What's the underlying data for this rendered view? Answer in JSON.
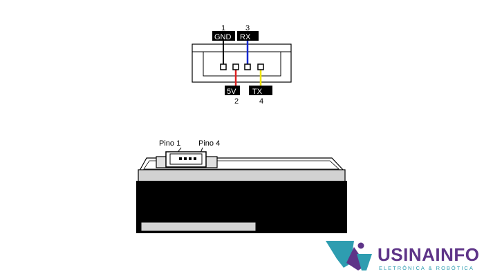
{
  "connector": {
    "pins": [
      {
        "number": "1",
        "label": "GND",
        "wire_color": "#000000"
      },
      {
        "number": "2",
        "label": "5V",
        "wire_color": "#e02020"
      },
      {
        "number": "3",
        "label": "RX",
        "wire_color": "#1428d0"
      },
      {
        "number": "4",
        "label": "TX",
        "wire_color": "#f2e600"
      }
    ]
  },
  "module": {
    "pin1_label": "Pino 1",
    "pin4_label": "Pino 4"
  },
  "logo": {
    "brand": "USINAINFO",
    "tagline": "ELETRÔNICA & ROBÓTICA",
    "colors": {
      "teal": "#2e9db0",
      "purple": "#5e3488"
    }
  }
}
